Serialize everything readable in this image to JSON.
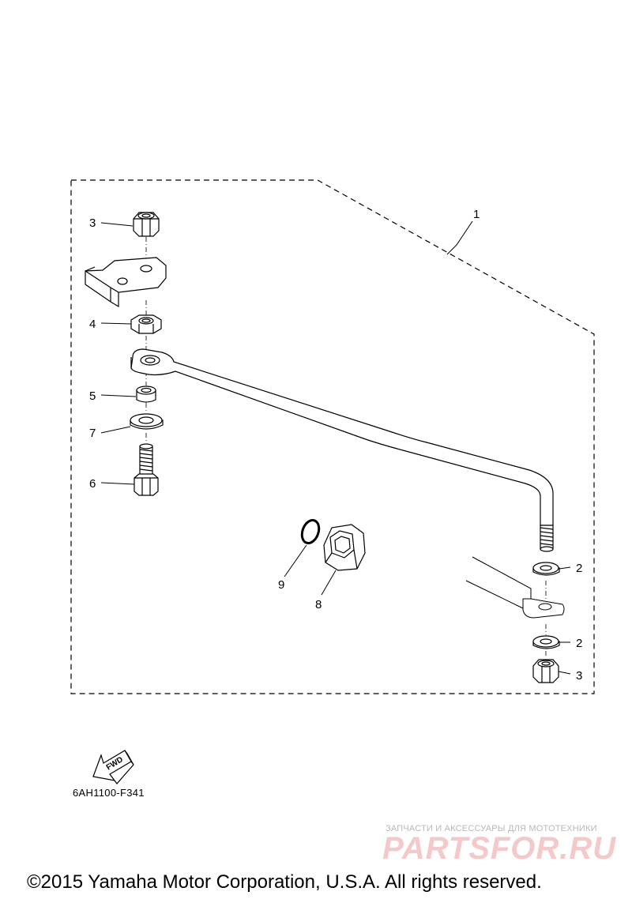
{
  "callouts": {
    "c1": "1",
    "c2a": "2",
    "c2b": "2",
    "c3a": "3",
    "c3b": "3",
    "c4": "4",
    "c5": "5",
    "c6": "6",
    "c7": "7",
    "c8": "8",
    "c9": "9"
  },
  "arrow_label": "FWD",
  "diagram_code": "6AH1100-F341",
  "watermark": {
    "subtitle": "ЗАПЧАСТИ И АКСЕССУАРЫ ДЛЯ МОТОТЕХНИКИ",
    "brand": "PARTSFOR.RU"
  },
  "copyright": "©2015 Yamaha Motor Corporation, U.S.A. All rights reserved."
}
